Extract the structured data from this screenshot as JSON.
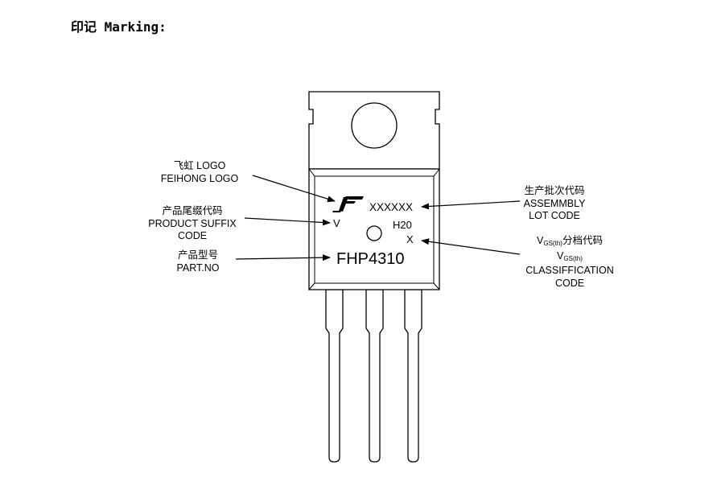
{
  "heading": {
    "cjk": "印记",
    "text": "Marking:"
  },
  "package_marks": {
    "lot_code": "XXXXXX",
    "suffix": "V",
    "date_code": "H20",
    "vgs_class": "X",
    "part_no": "FHP4310"
  },
  "labels": {
    "logo": {
      "cn": "飞虹 LOGO",
      "en": "FEIHONG LOGO"
    },
    "suffix": {
      "cn": "产品尾缀代码",
      "en1": "PRODUCT SUFFIX",
      "en2": "CODE"
    },
    "partno": {
      "cn": "产品型号",
      "en": "PART.NO"
    },
    "lot": {
      "cn": "生产批次代码",
      "en1": "ASSEMMBLY",
      "en2": "LOT CODE"
    },
    "vgs": {
      "sym": "V",
      "sub": "GS(th)",
      "cn": "分档代码",
      "sym2": "V",
      "sub2": "GS(th)",
      "en1": "CLASSIFFICATION",
      "en2": "CODE"
    }
  }
}
